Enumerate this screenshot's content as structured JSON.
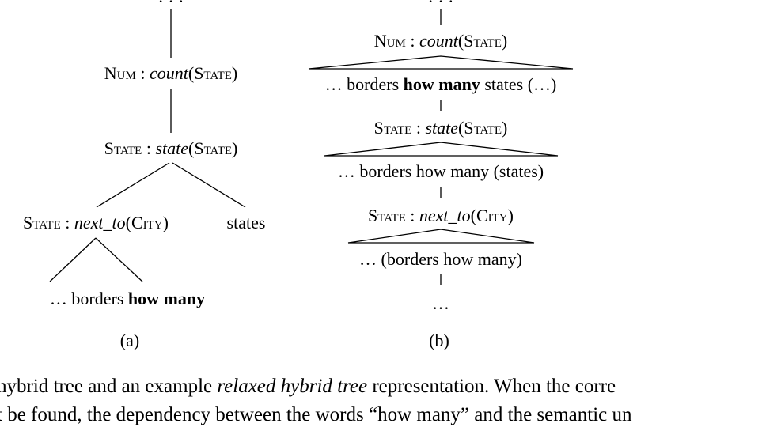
{
  "a": {
    "top_ellipsis": "· · ·",
    "n1": {
      "cat": "Num",
      "sep": " : ",
      "fn": "count",
      "open": "(",
      "arg": "State",
      "close": ")"
    },
    "n2": {
      "cat": "State",
      "sep": " : ",
      "fn": "state",
      "open": "(",
      "arg": "State",
      "close": ")"
    },
    "n3": {
      "cat": "State",
      "sep": " : ",
      "fn": "next_to",
      "open": "(",
      "arg": "City",
      "close": ")"
    },
    "leaf_states": "states",
    "leaf_plain": "…  borders ",
    "leaf_bold": "how many",
    "label": "(a)"
  },
  "b": {
    "top_ellipsis": "· · ·",
    "n1": {
      "cat": "Num",
      "sep": " : ",
      "fn": "count",
      "open": "(",
      "arg": "State",
      "close": ")"
    },
    "s1": {
      "pre": "… borders ",
      "bold": "how many",
      "post": " states (…)"
    },
    "n2": {
      "cat": "State",
      "sep": " : ",
      "fn": "state",
      "open": "(",
      "arg": "State",
      "close": ")"
    },
    "s2": "… borders how many (states)",
    "n3": {
      "cat": "State",
      "sep": " : ",
      "fn": "next_to",
      "open": "(",
      "arg": "City",
      "close": ")"
    },
    "s3": "… (borders how many)",
    "bottom_ellipsis": "…",
    "label": "(b)"
  },
  "caption": {
    "line1_pre": "hybrid tree and an example ",
    "line1_italic": "relaxed hybrid tree",
    "line1_post": " representation.  When the corre",
    "line2": "t be found, the dependency between the words “how many” and the semantic un"
  }
}
